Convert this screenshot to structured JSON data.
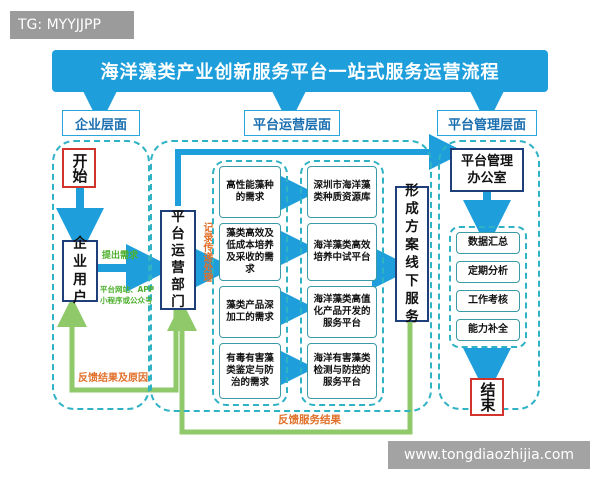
{
  "tag": "TG: MYYJJPP",
  "title": "海洋藻类产业创新服务平台一站式服务运营流程",
  "headers": {
    "enterprise": "企业层面",
    "platform_ops": "平台运营层面",
    "platform_mgmt": "平台管理层面"
  },
  "nodes": {
    "start": "开始",
    "enterprise_user": "企业用户",
    "platform_dept": "平台运营部门",
    "offline_service": "形成方案线下服务",
    "mgmt_office": "平台管理办公室",
    "end": "结束"
  },
  "needs": [
    "高性能藻种的需求",
    "藻类高效及低成本培养及采收的需求",
    "藻类产品深加工的需求",
    "有毒有害藻类鉴定与防治的需求"
  ],
  "platforms": [
    "深圳市海洋藻类种质资源库",
    "海洋藻类高效培养中试平台",
    "海洋藻类高值化产品开发的服务平台",
    "海洋有害藻类检测与防控的服务平台"
  ],
  "mgmt_items": [
    "数据汇总",
    "定期分析",
    "工作考核",
    "能力补全"
  ],
  "labels": {
    "submit": "提出需求",
    "channels": "平台网站、APP 小程序或公众号",
    "record": "记录传递处理",
    "feedback_results": "反馈结果及原因",
    "feedback_service": "反馈服务结果"
  },
  "watermark": "www.tongdiaozhijia.com",
  "colors": {
    "arrow_blue": "#1e9fdc",
    "arrow_green": "#8fc96a",
    "dashed": "#2fb2c4"
  }
}
